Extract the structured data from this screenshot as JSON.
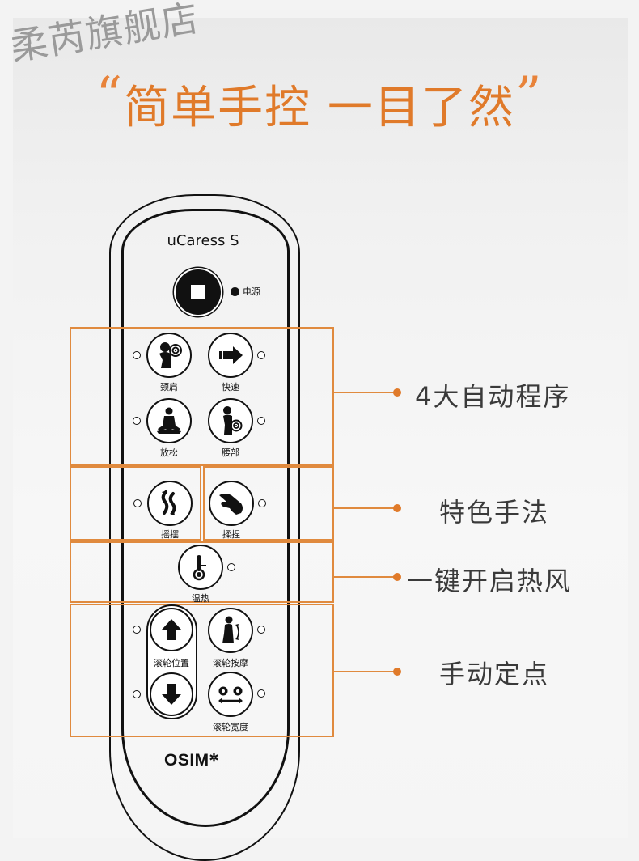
{
  "watermark": "柔芮旗舰店",
  "headline": {
    "open_quote": "“",
    "text": "简单手控 一目了然",
    "close_quote": "”"
  },
  "colors": {
    "accent": "#e07a2a",
    "box_border": "#e08a3e",
    "feature_text": "#3a3a3a",
    "remote_line": "#111111"
  },
  "remote": {
    "model": "uCaress S",
    "brand": "OSIM",
    "power": {
      "icon": "stop-square-icon",
      "label": "电源"
    },
    "groups": [
      {
        "name": "auto-programs",
        "buttons": [
          {
            "icon": "neck-shoulder-icon",
            "label": "颈肩"
          },
          {
            "icon": "arrow-right-icon",
            "label": "快速"
          },
          {
            "icon": "meditation-icon",
            "label": "放松"
          },
          {
            "icon": "lower-back-icon",
            "label": "腰部"
          }
        ]
      },
      {
        "name": "special-techniques",
        "buttons": [
          {
            "icon": "wave-swing-icon",
            "label": "摇摆"
          },
          {
            "icon": "hand-knead-icon",
            "label": "揉捏"
          }
        ]
      },
      {
        "name": "heat",
        "buttons": [
          {
            "icon": "thermometer-icon",
            "label": "温热"
          }
        ]
      },
      {
        "name": "manual",
        "buttons": [
          {
            "icon": "arrow-up-icon",
            "label": "滚轮位置"
          },
          {
            "icon": "arrow-down-icon",
            "label": ""
          },
          {
            "icon": "body-roller-icon",
            "label": "滚轮按摩"
          },
          {
            "icon": "roller-width-icon",
            "label": "滚轮宽度"
          }
        ]
      }
    ]
  },
  "features": [
    {
      "label": "4大自动程序"
    },
    {
      "label": "特色手法"
    },
    {
      "label": "一键开启热风"
    },
    {
      "label": "手动定点"
    }
  ]
}
